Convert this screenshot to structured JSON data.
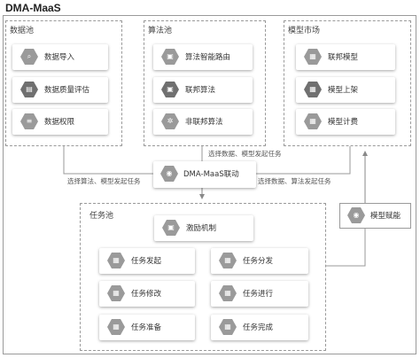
{
  "title": "DMA-MaaS",
  "pools": {
    "data": {
      "label": "数据池",
      "items": [
        "数据导入",
        "数据质量评估",
        "数据权限"
      ]
    },
    "algo": {
      "label": "算法池",
      "items": [
        "算法智能路由",
        "联邦算法",
        "非联邦算法"
      ]
    },
    "model": {
      "label": "模型市场",
      "items": [
        "联邦模型",
        "模型上架",
        "模型计费"
      ]
    },
    "task": {
      "label": "任务池",
      "incentive": "激励机制",
      "items_left": [
        "任务发起",
        "任务修改",
        "任务准备"
      ],
      "items_right": [
        "任务分发",
        "任务进行",
        "任务完成"
      ]
    }
  },
  "center": {
    "label": "DMA-MaaS联动"
  },
  "model_empower": {
    "label": "模型赋能"
  },
  "edges": {
    "top_right": "选择数据、模型发起任务",
    "left": "选择算法、模型发起任务",
    "right": "选择数据、算法发起任务"
  },
  "icons": {
    "data": [
      "search-icon",
      "chart-icon",
      "list-icon"
    ],
    "algo": [
      "processor-icon",
      "processor-icon",
      "settings-icon"
    ],
    "model": [
      "image-icon",
      "image-icon",
      "image-icon"
    ],
    "task": [
      "grid-icon"
    ],
    "center": "circle-icon",
    "model_empower": "circle-icon",
    "incentive": "processor-icon"
  }
}
